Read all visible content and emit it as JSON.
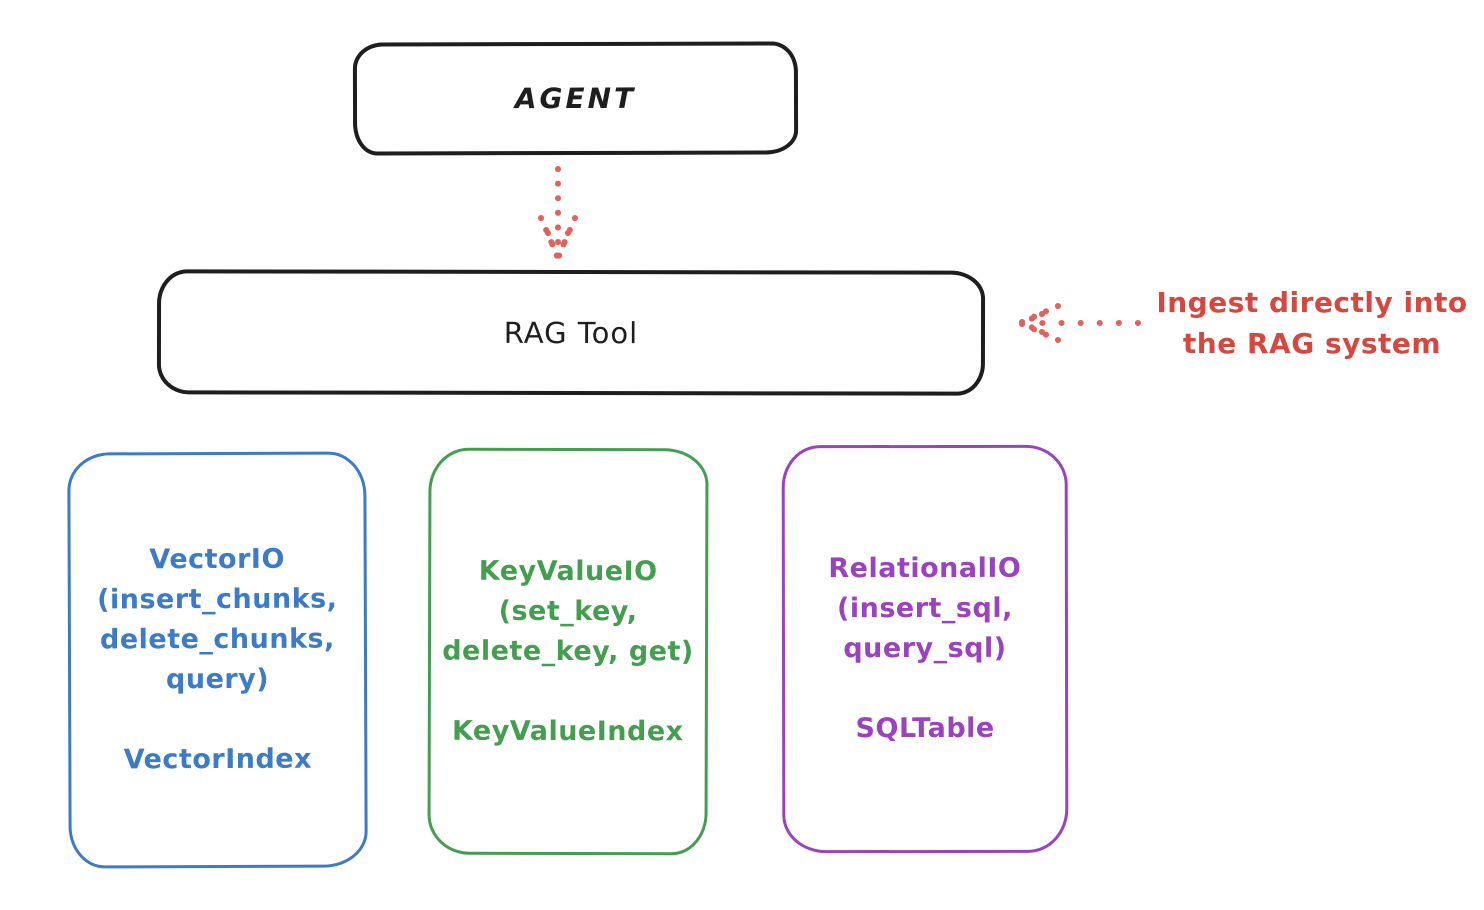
{
  "diagram": {
    "agent": {
      "label": "AGENT"
    },
    "rag_tool": {
      "label": "RAG Tool"
    },
    "annotation": {
      "line1": "Ingest directly into",
      "line2": "the RAG system"
    },
    "backends": [
      {
        "name": "vector-io",
        "color": "#3d7bc7",
        "lines": [
          "VectorIO",
          "(insert_chunks,",
          "delete_chunks,",
          "query)"
        ],
        "index_label": "VectorIndex"
      },
      {
        "name": "keyvalue-io",
        "color": "#449e4f",
        "lines": [
          "KeyValueIO",
          "(set_key,",
          "delete_key, get)"
        ],
        "index_label": "KeyValueIndex"
      },
      {
        "name": "relational-io",
        "color": "#9b42c0",
        "lines": [
          "RelationalIO",
          "(insert_sql,",
          "query_sql)"
        ],
        "index_label": "SQLTable"
      }
    ],
    "colors": {
      "outline_black": "#1e1e1e",
      "arrow_red": "#e0625a",
      "annotation_red": "#d6483f",
      "background": "#ffffff"
    }
  }
}
